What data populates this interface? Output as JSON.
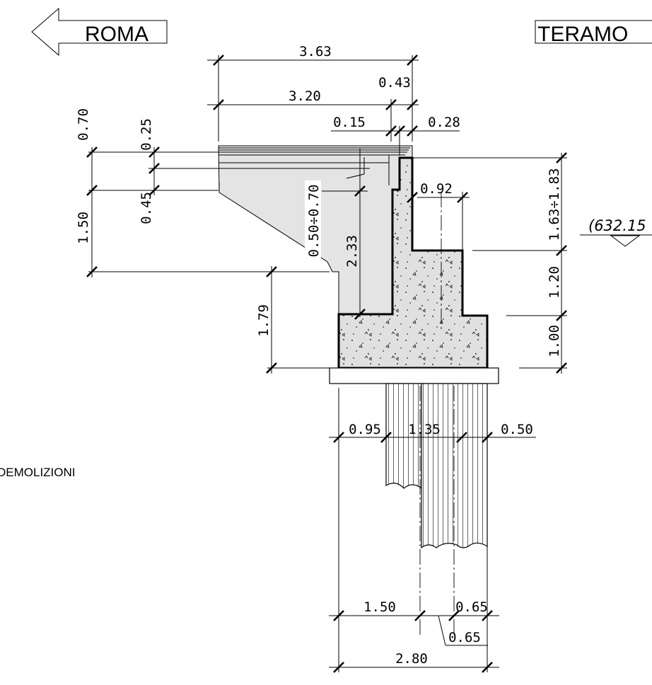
{
  "directions": {
    "left": "ROMA",
    "right": "TERAMO"
  },
  "side_label": "DEMOLIZIONI",
  "elevation": "(632.15",
  "dims": {
    "d363": "3.63",
    "d043": "0.43",
    "d320": "3.20",
    "d015": "0.15",
    "d028": "0.28",
    "d070": "0.70",
    "d025": "0.25",
    "d045": "0.45",
    "d150v": "1.50",
    "d050_070": "0.50÷0.70",
    "d233": "2.33",
    "d092": "0.92",
    "d179": "1.79",
    "d163_183": "1.63÷1.83",
    "d120": "1.20",
    "d100": "1.00",
    "d095": "0.95",
    "d135": "1.35",
    "d050": "0.50",
    "d150h": "1.50",
    "d065a": "0.65",
    "d065b": "0.65",
    "d280": "2.80"
  },
  "colors": {
    "line": "#000000",
    "hatch_grey": "#e4e4e4",
    "concrete": "#e0e0e0"
  }
}
